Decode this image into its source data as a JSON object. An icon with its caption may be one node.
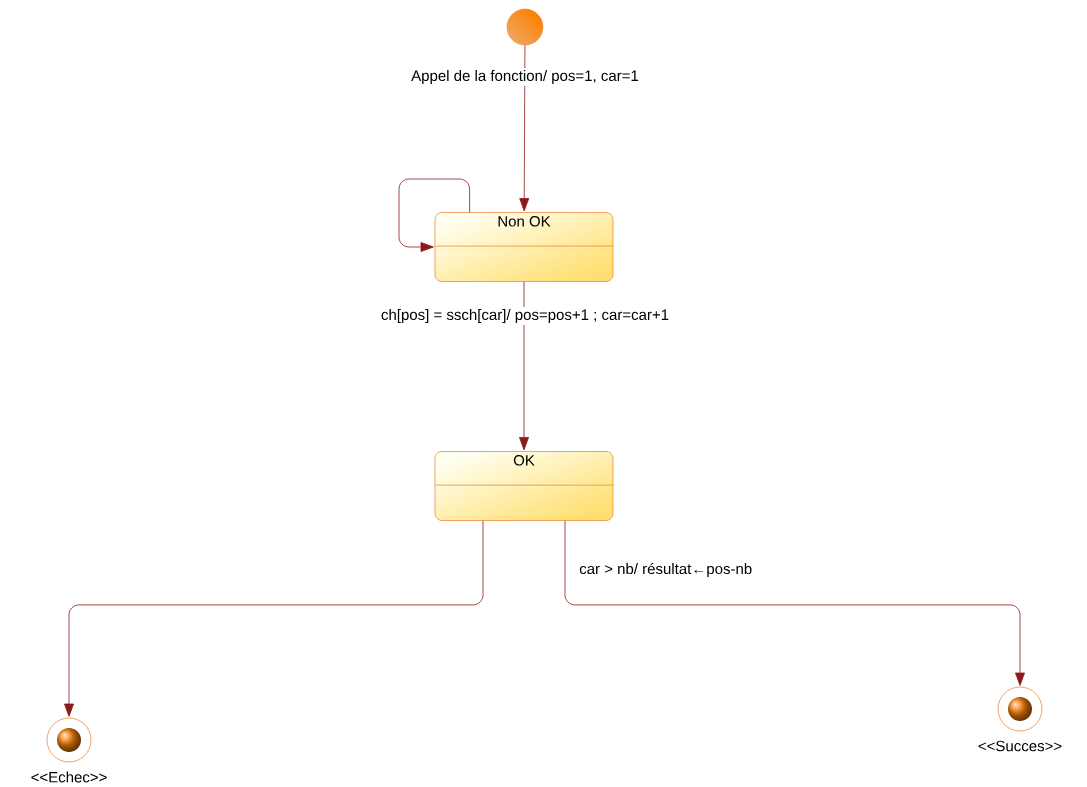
{
  "diagram": {
    "nodes": [
      {
        "text": [],
        "shape": "circle"
      },
      {
        "text": [
          "Non OK"
        ]
      },
      {
        "text": [
          "OK"
        ]
      },
      {
        "text": [],
        "shape": "circle",
        "beside": [
          "<<Echec>>"
        ]
      },
      {
        "text": [],
        "shape": "circle",
        "beside": [
          "<<Succes>>"
        ]
      }
    ],
    "edges": [
      {
        "from": 0,
        "to": 1,
        "arrow": "to",
        "label": "Appel de la fonction/ pos=1, car=1"
      },
      {
        "from": 1,
        "to": 1,
        "arrow": "to"
      },
      {
        "from": 1,
        "to": 2,
        "arrow": "to",
        "label": "ch[pos] = ssch[car]/ pos=pos+1 ; car=car+1"
      },
      {
        "from": 2,
        "to": 3,
        "arrow": "to"
      },
      {
        "from": 2,
        "to": 4,
        "arrow": "to",
        "label": "car > nb/ résultat←pos-nb"
      }
    ]
  }
}
